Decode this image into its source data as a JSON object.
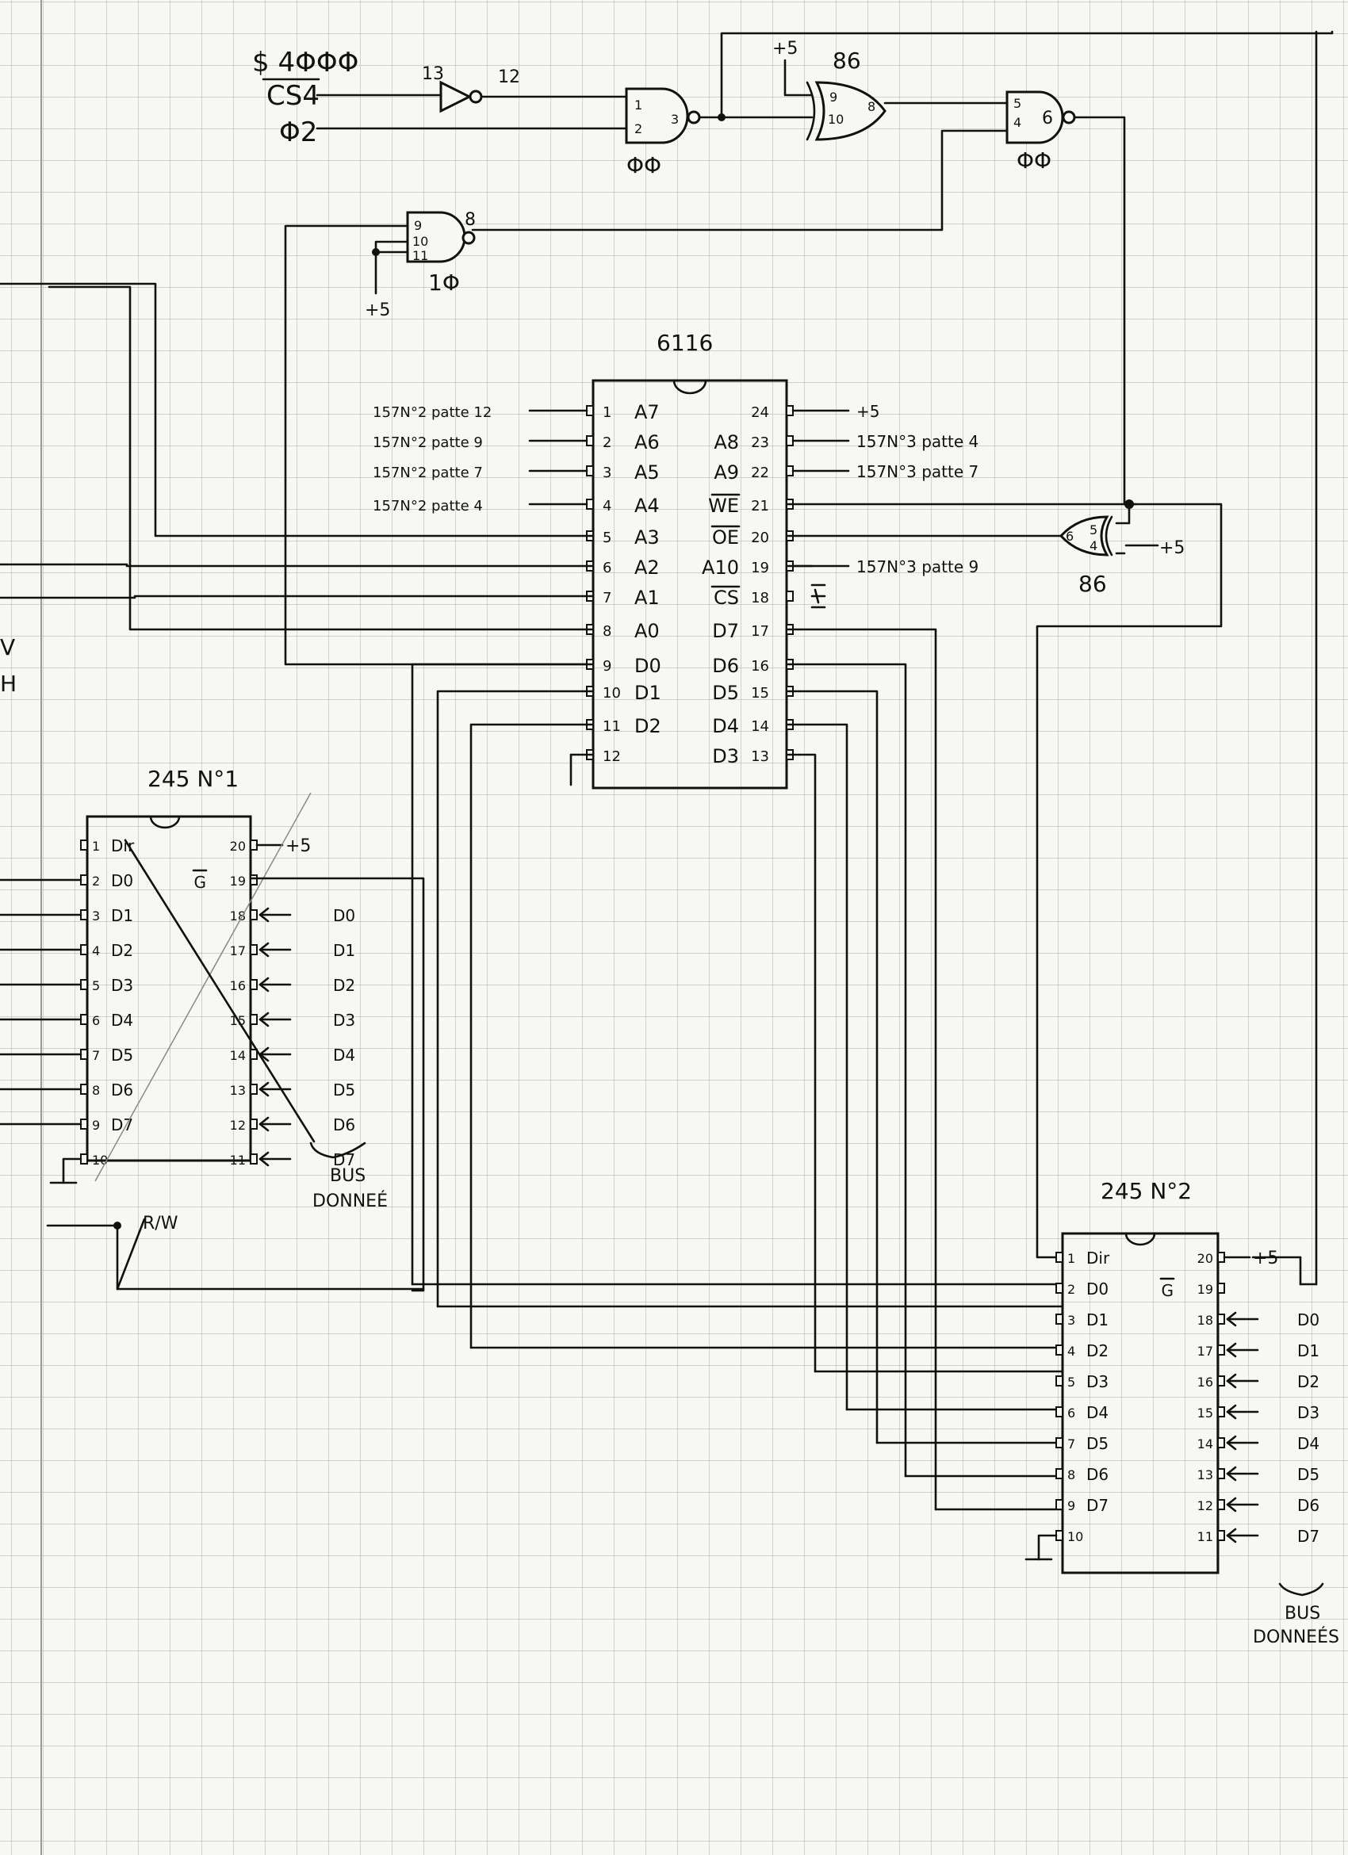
{
  "top": {
    "addr": "$ 4ΦΦΦ",
    "cs": "CS4",
    "phi2": "Φ2",
    "inv_in": "13",
    "inv_out": "12",
    "nand1_p1": "1",
    "nand1_p2": "2",
    "nand1_p3": "3",
    "nand1_name": "ΦΦ",
    "xor_plus": "+5",
    "xor_chip": "86",
    "xor_p9": "9",
    "xor_p10": "10",
    "xor_p8": "8",
    "nand2_p5": "5",
    "nand2_p4": "4",
    "nand2_p6": "6",
    "nand2_name": "ΦΦ",
    "nand3_p9": "9",
    "nand3_p10": "10",
    "nand3_p11": "11",
    "nand3_p8": "8",
    "nand3_name": "1Φ",
    "nand3_plus": "+5"
  },
  "ram": {
    "title": "6116",
    "left_pins": [
      {
        "num": "1",
        "name": "A7",
        "src": "157N°2 patte 12"
      },
      {
        "num": "2",
        "name": "A6",
        "src": "157N°2 patte 9"
      },
      {
        "num": "3",
        "name": "A5",
        "src": "157N°2 patte 7"
      },
      {
        "num": "4",
        "name": "A4",
        "src": "157N°2 patte 4"
      },
      {
        "num": "5",
        "name": "A3",
        "src": ""
      },
      {
        "num": "6",
        "name": "A2",
        "src": ""
      },
      {
        "num": "7",
        "name": "A1",
        "src": ""
      },
      {
        "num": "8",
        "name": "A0",
        "src": ""
      },
      {
        "num": "9",
        "name": "D0",
        "src": ""
      },
      {
        "num": "10",
        "name": "D1",
        "src": ""
      },
      {
        "num": "11",
        "name": "D2",
        "src": ""
      },
      {
        "num": "12",
        "name": "",
        "src": ""
      }
    ],
    "right_pins": [
      {
        "num": "24",
        "name": "",
        "src": "+5"
      },
      {
        "num": "23",
        "name": "A8",
        "src": "157N°3 patte 4"
      },
      {
        "num": "22",
        "name": "A9",
        "src": "157N°3 patte 7"
      },
      {
        "num": "21",
        "name": "WE",
        "src": ""
      },
      {
        "num": "20",
        "name": "OE",
        "src": ""
      },
      {
        "num": "19",
        "name": "A10",
        "src": "157N°3 patte 9"
      },
      {
        "num": "18",
        "name": "CS",
        "src": ""
      },
      {
        "num": "17",
        "name": "D7",
        "src": ""
      },
      {
        "num": "16",
        "name": "D6",
        "src": ""
      },
      {
        "num": "15",
        "name": "D5",
        "src": ""
      },
      {
        "num": "14",
        "name": "D4",
        "src": ""
      },
      {
        "num": "13",
        "name": "D3",
        "src": ""
      }
    ]
  },
  "xor2": {
    "chip": "86",
    "p6": "6",
    "p5": "5",
    "p4": "4",
    "plus": "+5"
  },
  "buf1": {
    "title": "245 N°1",
    "left_pins": [
      {
        "num": "1",
        "name": "Dir"
      },
      {
        "num": "2",
        "name": "D0"
      },
      {
        "num": "3",
        "name": "D1"
      },
      {
        "num": "4",
        "name": "D2"
      },
      {
        "num": "5",
        "name": "D3"
      },
      {
        "num": "6",
        "name": "D4"
      },
      {
        "num": "7",
        "name": "D5"
      },
      {
        "num": "8",
        "name": "D6"
      },
      {
        "num": "9",
        "name": "D7"
      },
      {
        "num": "10",
        "name": ""
      }
    ],
    "right_pins": [
      {
        "num": "20",
        "name": "",
        "ext": "+5"
      },
      {
        "num": "19",
        "name": "G",
        "ext": ""
      },
      {
        "num": "18",
        "name": "",
        "ext": "D0"
      },
      {
        "num": "17",
        "name": "",
        "ext": "D1"
      },
      {
        "num": "16",
        "name": "",
        "ext": "D2"
      },
      {
        "num": "15",
        "name": "",
        "ext": "D3"
      },
      {
        "num": "14",
        "name": "",
        "ext": "D4"
      },
      {
        "num": "13",
        "name": "",
        "ext": "D5"
      },
      {
        "num": "12",
        "name": "",
        "ext": "D6"
      },
      {
        "num": "11",
        "name": "",
        "ext": "D7"
      }
    ],
    "bus1": "BUS",
    "bus2": "DONNEÉ",
    "rw": "R/W"
  },
  "buf2": {
    "title": "245 N°2",
    "left_pins": [
      {
        "num": "1",
        "name": "Dir"
      },
      {
        "num": "2",
        "name": "D0"
      },
      {
        "num": "3",
        "name": "D1"
      },
      {
        "num": "4",
        "name": "D2"
      },
      {
        "num": "5",
        "name": "D3"
      },
      {
        "num": "6",
        "name": "D4"
      },
      {
        "num": "7",
        "name": "D5"
      },
      {
        "num": "8",
        "name": "D6"
      },
      {
        "num": "9",
        "name": "D7"
      },
      {
        "num": "10",
        "name": ""
      }
    ],
    "right_pins": [
      {
        "num": "20",
        "name": "",
        "ext": "+5"
      },
      {
        "num": "19",
        "name": "G",
        "ext": ""
      },
      {
        "num": "18",
        "name": "",
        "ext": "D0"
      },
      {
        "num": "17",
        "name": "",
        "ext": "D1"
      },
      {
        "num": "16",
        "name": "",
        "ext": "D2"
      },
      {
        "num": "15",
        "name": "",
        "ext": "D3"
      },
      {
        "num": "14",
        "name": "",
        "ext": "D4"
      },
      {
        "num": "13",
        "name": "",
        "ext": "D5"
      },
      {
        "num": "12",
        "name": "",
        "ext": "D6"
      },
      {
        "num": "11",
        "name": "",
        "ext": "D7"
      }
    ],
    "bus1": "BUS",
    "bus2": "DONNEÉS"
  },
  "margin": {
    "v": "V",
    "h": "H"
  }
}
